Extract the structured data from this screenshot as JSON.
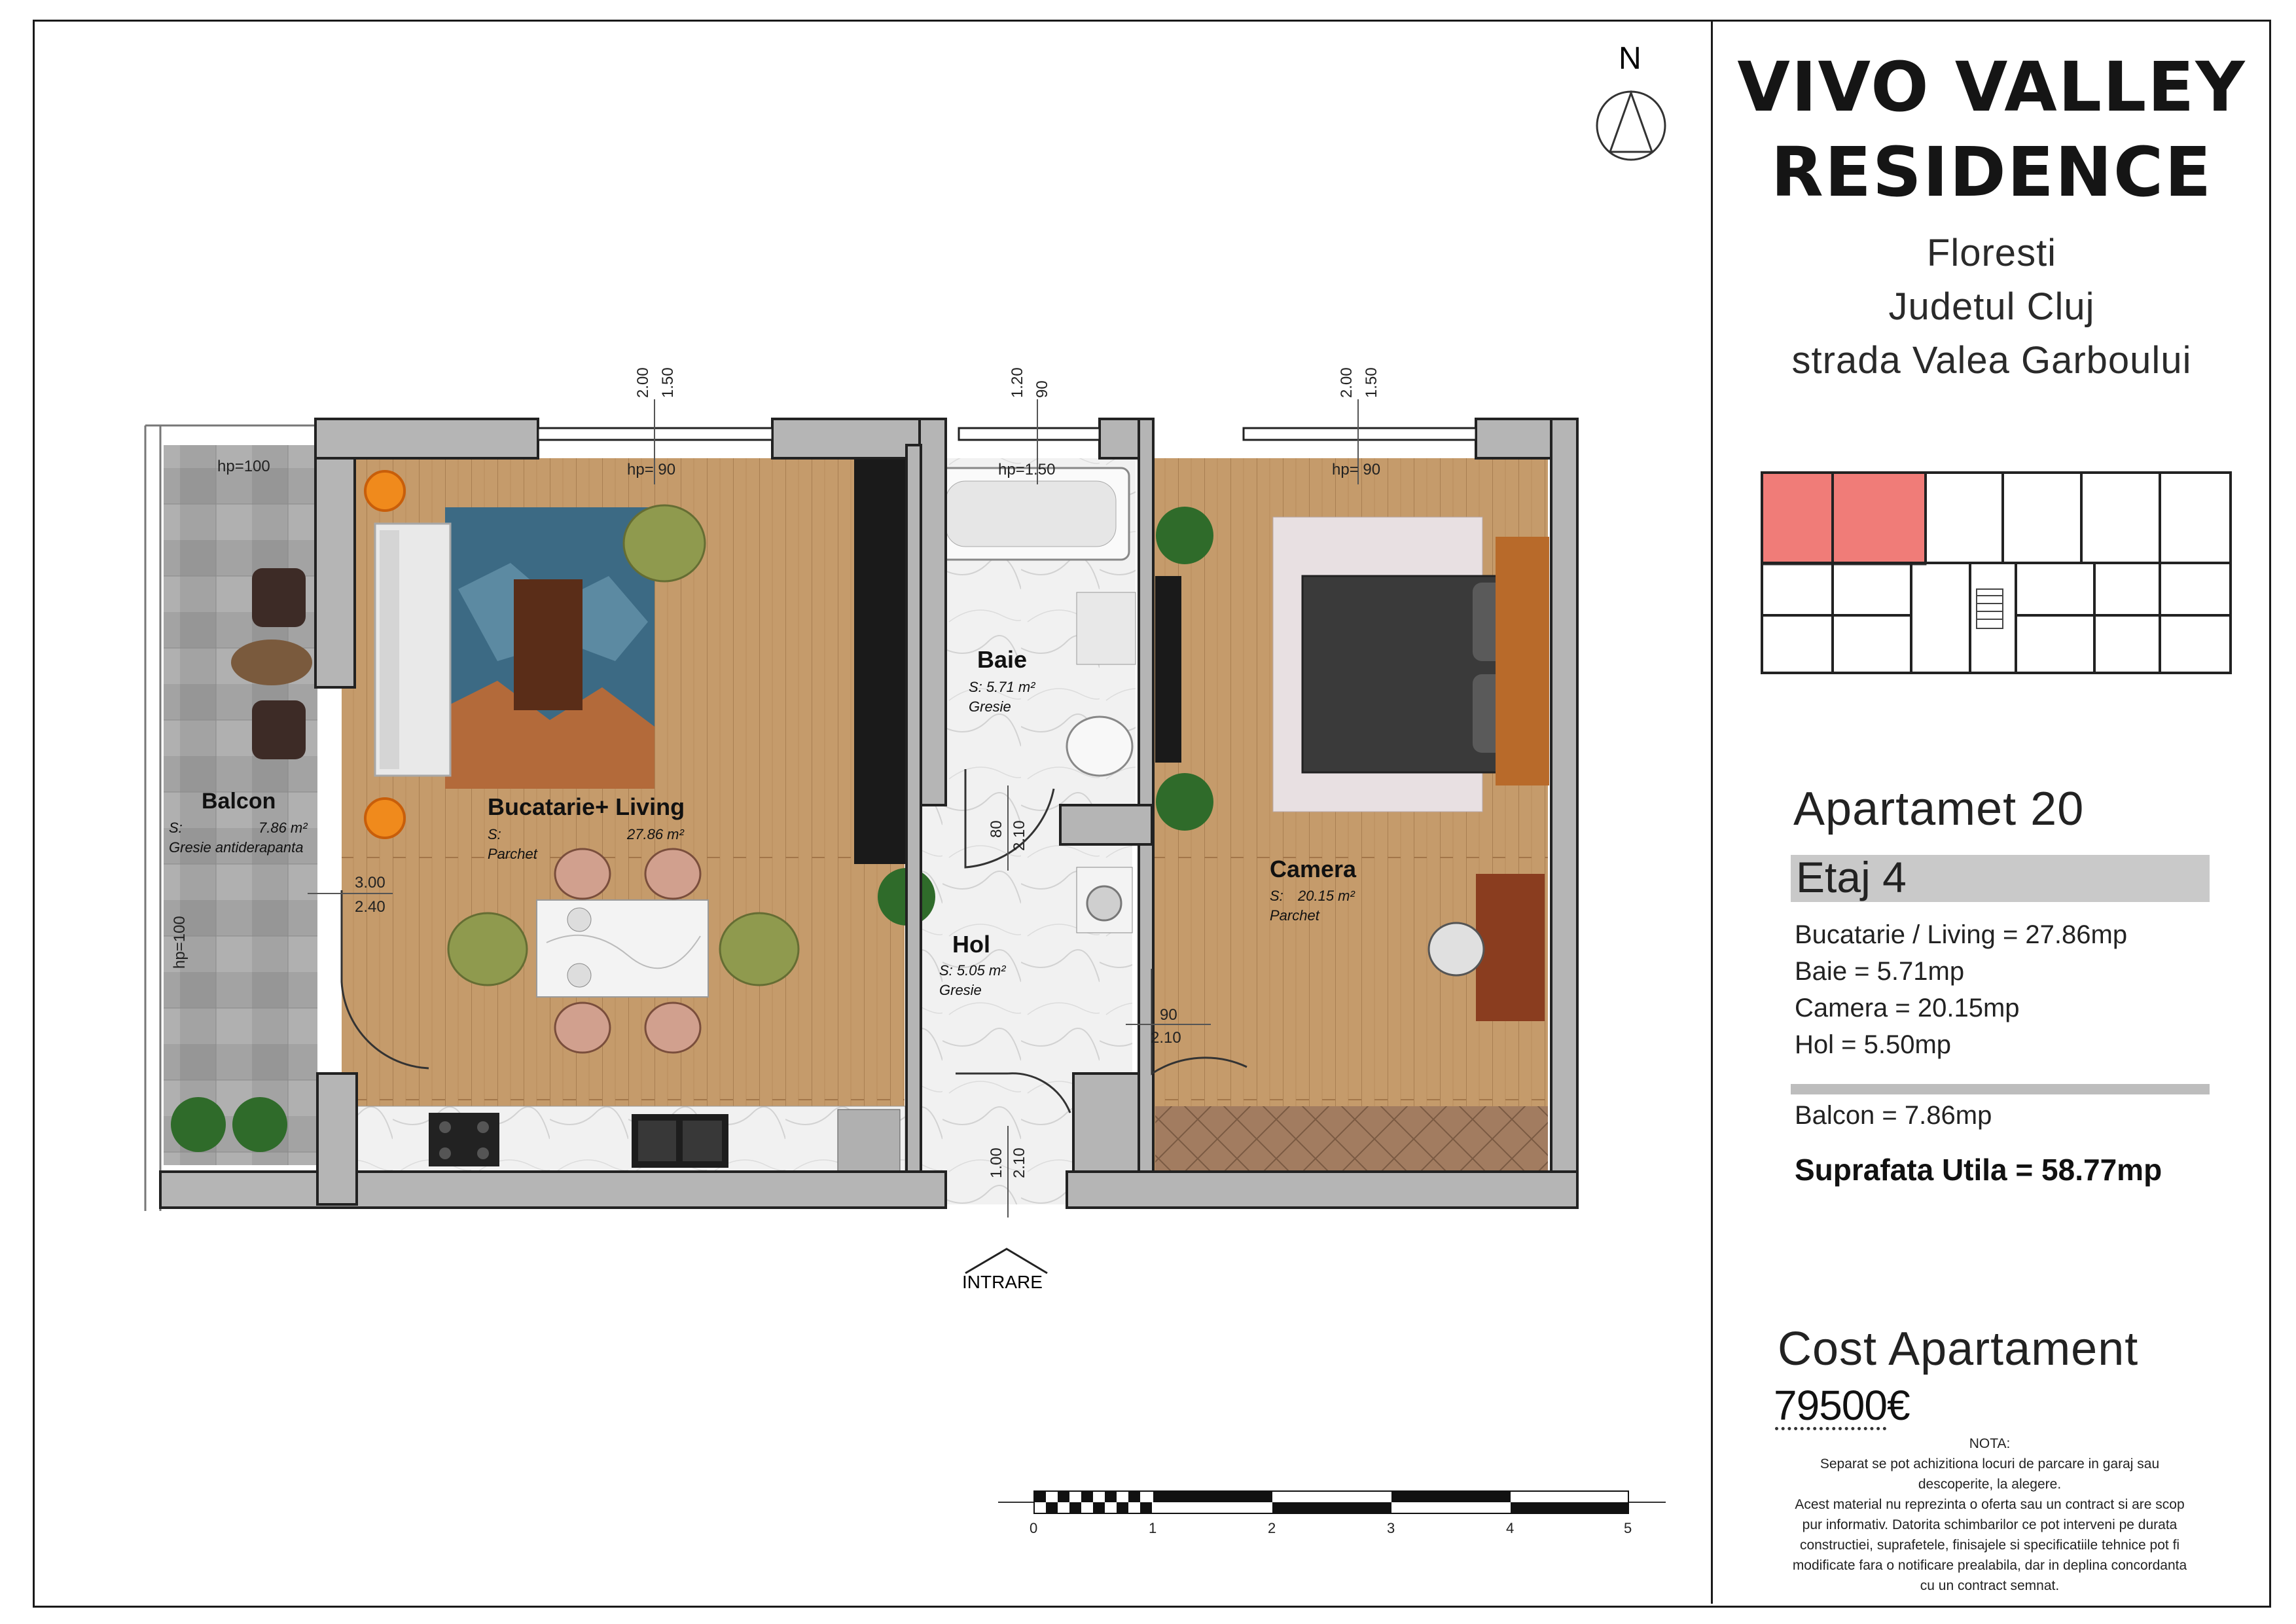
{
  "title_block": {
    "name_line1": "VIVO VALLEY",
    "name_line2": "RESIDENCE",
    "location": [
      "Floresti",
      "Judetul Cluj",
      "strada Valea Garboului"
    ]
  },
  "apartment": {
    "name": "Apartamet 20",
    "floor": "Etaj 4",
    "areas": [
      "Bucatarie / Living = 27.86mp",
      "Baie = 5.71mp",
      "Camera = 20.15mp",
      "Hol = 5.50mp"
    ],
    "balcony": "Balcon = 7.86mp",
    "usable": "Suprafata Utila = 58.77mp"
  },
  "cost": {
    "label": "Cost Apartament",
    "price": "79500€"
  },
  "note": {
    "title": "NOTA:",
    "lines": [
      "Separat se pot achizitiona locuri de parcare in garaj sau",
      "descoperite, la alegere.",
      "Acest material nu reprezinta o oferta sau un contract si are scop",
      "pur informativ. Datorita schimbarilor ce pot interveni pe durata",
      "constructiei, suprafetele, finisajele si specificatiile tehnice pot fi",
      "modificate fara o notificare prealabila, dar in deplina concordanta",
      "cu un contract semnat."
    ]
  },
  "compass": {
    "label": "N"
  },
  "entrance_label": "INTRARE",
  "rooms": {
    "balcon": {
      "name": "Balcon",
      "area_prefix": "S:",
      "area": "7.86 m²",
      "finish": "Gresie antiderapanta"
    },
    "living": {
      "name": "Bucatarie+ Living",
      "area_prefix": "S:",
      "area": "27.86 m²",
      "finish": "Parchet"
    },
    "baie": {
      "name": "Baie",
      "area": "S: 5.71 m²",
      "finish": "Gresie"
    },
    "hol": {
      "name": "Hol",
      "area": "S: 5.05 m²",
      "finish": "Gresie"
    },
    "camera": {
      "name": "Camera",
      "area_prefix": "S:",
      "area": "20.15 m²",
      "finish": "Parchet"
    }
  },
  "dimensions": {
    "win_living": [
      "2.00",
      "1.50"
    ],
    "win_bath": [
      "1.20",
      "90"
    ],
    "win_room": [
      "2.00",
      "1.50"
    ],
    "hp_balcony": "hp=100",
    "hp_balcony_side": "hp=100",
    "hp_living": "hp= 90",
    "hp_bath": "hp=1.50",
    "hp_room": "hp= 90",
    "balcony_door": [
      "3.00",
      "2.40"
    ],
    "bath_door": [
      "80",
      "2.10"
    ],
    "room_door": [
      "90",
      "2.10"
    ],
    "entry_door": [
      "1.00",
      "2.10"
    ]
  },
  "scale_bar": {
    "labels": [
      "0",
      "1",
      "2",
      "3",
      "4",
      "5"
    ]
  },
  "colors": {
    "wall": "#b5b5b5",
    "wall_stroke": "#222222",
    "parquet": "#c49a6c",
    "tile_light": "#eeeeee",
    "tile_gray": "#9c9c9c",
    "highlight": "#f07c78"
  }
}
